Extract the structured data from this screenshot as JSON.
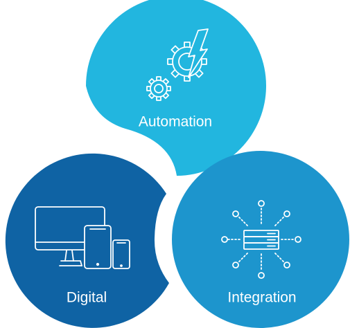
{
  "colors": {
    "automation": "#22B6DF",
    "digital": "#0F63A4",
    "integration": "#1D95CD",
    "background": "#FFFFFF",
    "icon": "#FFFFFF"
  },
  "circles": [
    {
      "id": "automation",
      "label": "Automation",
      "icon": "gears-lightning-icon"
    },
    {
      "id": "digital",
      "label": "Digital",
      "icon": "devices-icon"
    },
    {
      "id": "integration",
      "label": "Integration",
      "icon": "server-network-icon"
    }
  ]
}
